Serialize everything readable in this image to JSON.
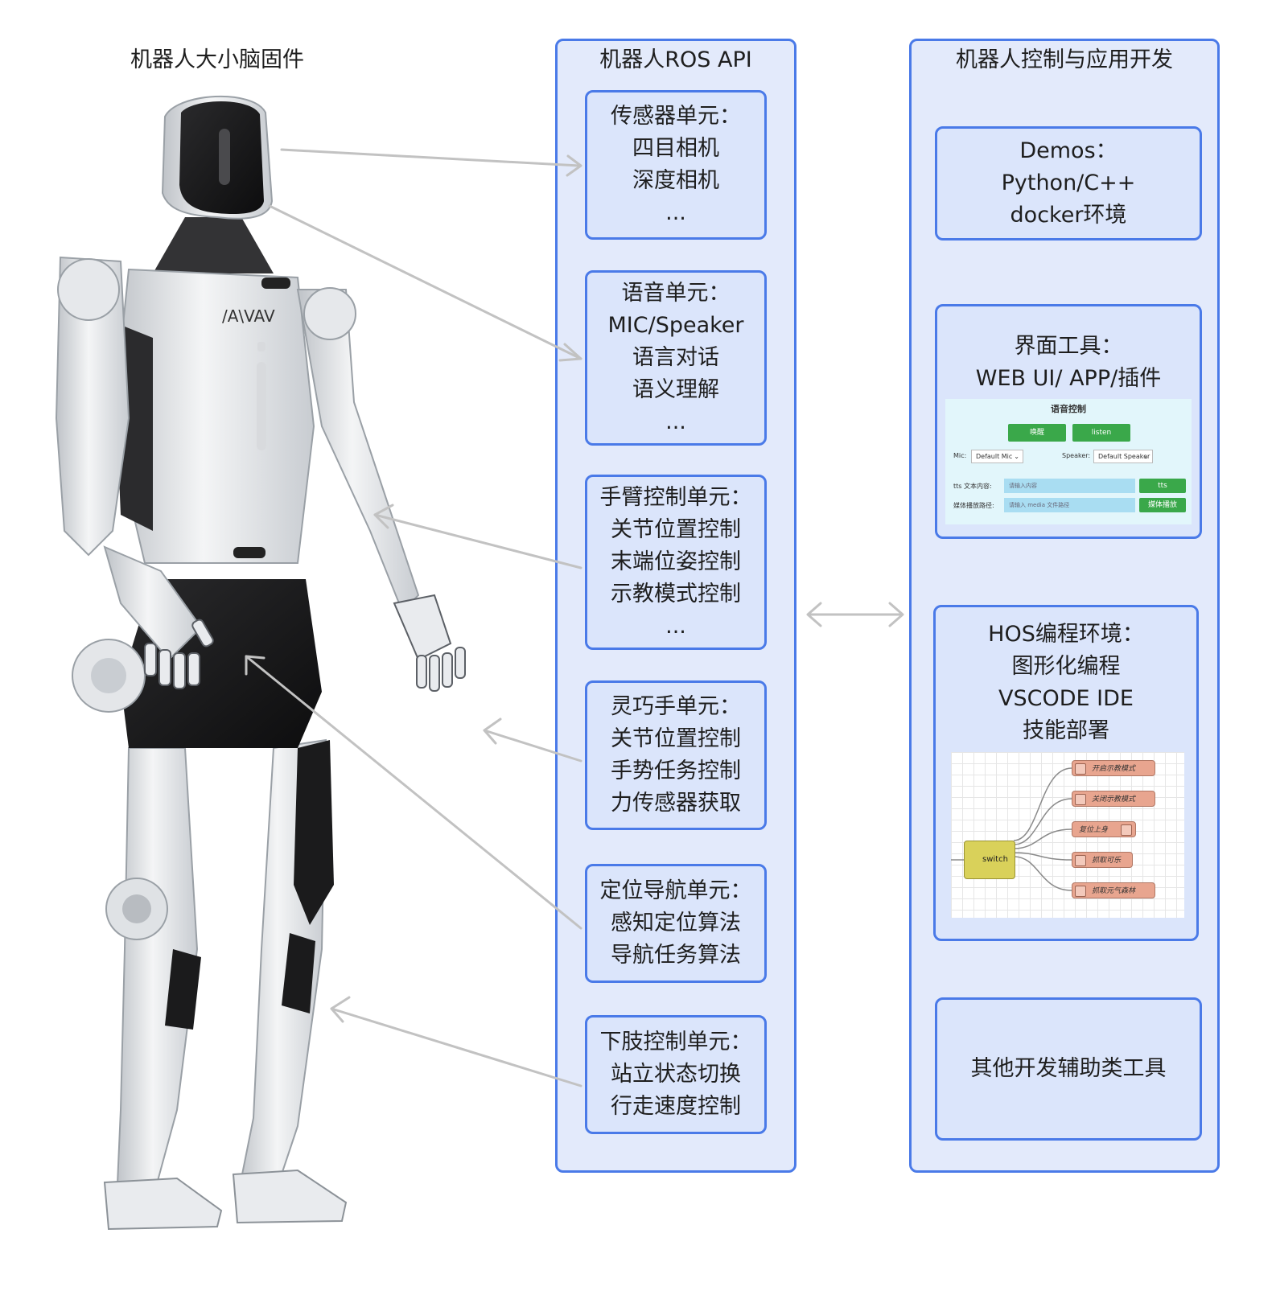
{
  "left": {
    "title": "机器人大小脑固件",
    "chest_logo": "/A\\VAV"
  },
  "middle": {
    "title": "机器人ROS  API",
    "boxes": [
      {
        "lines": [
          "传感器单元：",
          "四目相机",
          "深度相机",
          "..."
        ]
      },
      {
        "lines": [
          "语音单元：",
          "MIC/Speaker",
          "语言对话",
          "语义理解",
          "..."
        ]
      },
      {
        "lines": [
          "手臂控制单元：",
          "关节位置控制",
          "末端位姿控制",
          "示教模式控制",
          "..."
        ]
      },
      {
        "lines": [
          "灵巧手单元：",
          "关节位置控制",
          "手势任务控制",
          "力传感器获取"
        ]
      },
      {
        "lines": [
          "定位导航单元：",
          "感知定位算法",
          "导航任务算法"
        ]
      },
      {
        "lines": [
          "下肢控制单元：",
          "站立状态切换",
          "行走速度控制"
        ]
      }
    ]
  },
  "right": {
    "title": "机器人控制与应用开发",
    "demos": {
      "lines": [
        "Demos：",
        "Python/C++",
        "docker环境"
      ]
    },
    "ui_tools": {
      "lines": [
        "界面工具：",
        "WEB UI/ APP/插件"
      ],
      "mock": {
        "title": "语音控制",
        "btn_wake": "唤醒",
        "btn_listen": "listen",
        "mic_label": "Mic:",
        "mic_value": "Default Mic",
        "speaker_label": "Speaker:",
        "speaker_value": "Default Speaker",
        "tts_label": "tts 文本内容:",
        "tts_placeholder": "请输入内容",
        "tts_btn": "tts",
        "media_label": "媒体播放路径:",
        "media_placeholder": "请输入 media 文件路径",
        "media_btn": "媒体播放"
      }
    },
    "hos": {
      "lines": [
        "HOS编程环境：",
        "图形化编程",
        "VSCODE IDE",
        "技能部署"
      ],
      "flow": {
        "switch_label": "switch",
        "nodes": [
          "开启示教模式",
          "关闭示教模式",
          "复位上身",
          "抓取可乐",
          "抓取元气森林"
        ]
      }
    },
    "other": {
      "lines": [
        "其他开发辅助类工具"
      ]
    }
  },
  "colors": {
    "panel_border": "#4a7ae8",
    "panel_fill": "#e3eafb",
    "arrow": "#c2c2c2"
  }
}
